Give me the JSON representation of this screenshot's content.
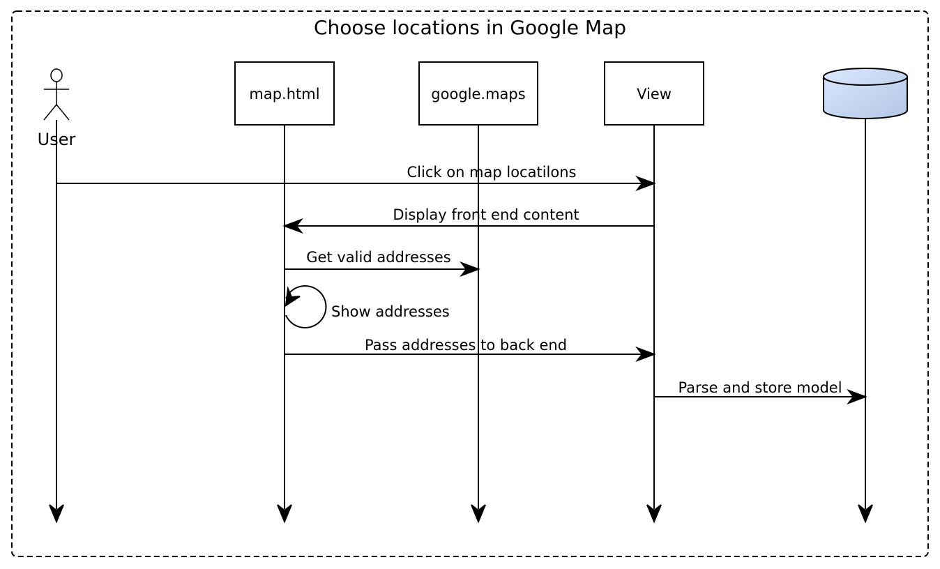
{
  "diagram": {
    "title": "Choose locations in Google Map",
    "participants": [
      {
        "id": "user",
        "label": "User",
        "kind": "actor"
      },
      {
        "id": "map",
        "label": "map.html",
        "kind": "box"
      },
      {
        "id": "gmaps",
        "label": "google.maps",
        "kind": "box"
      },
      {
        "id": "view",
        "label": "View",
        "kind": "box"
      },
      {
        "id": "db",
        "label": "",
        "kind": "database"
      }
    ],
    "messages": [
      {
        "from": "user",
        "to": "view",
        "label": "Click on map locatilons"
      },
      {
        "from": "view",
        "to": "map",
        "label": "Display front end content"
      },
      {
        "from": "map",
        "to": "gmaps",
        "label": "Get valid addresses"
      },
      {
        "from": "map",
        "to": "map",
        "label": "Show addresses"
      },
      {
        "from": "map",
        "to": "view",
        "label": "Pass addresses to back end"
      },
      {
        "from": "view",
        "to": "db",
        "label": "Parse and store model"
      }
    ],
    "colors": {
      "line": "#000000",
      "frame": "#000000",
      "db_fill_start": "#dae8fc",
      "db_fill_end": "#b3c6e6",
      "background": "#ffffff"
    }
  }
}
